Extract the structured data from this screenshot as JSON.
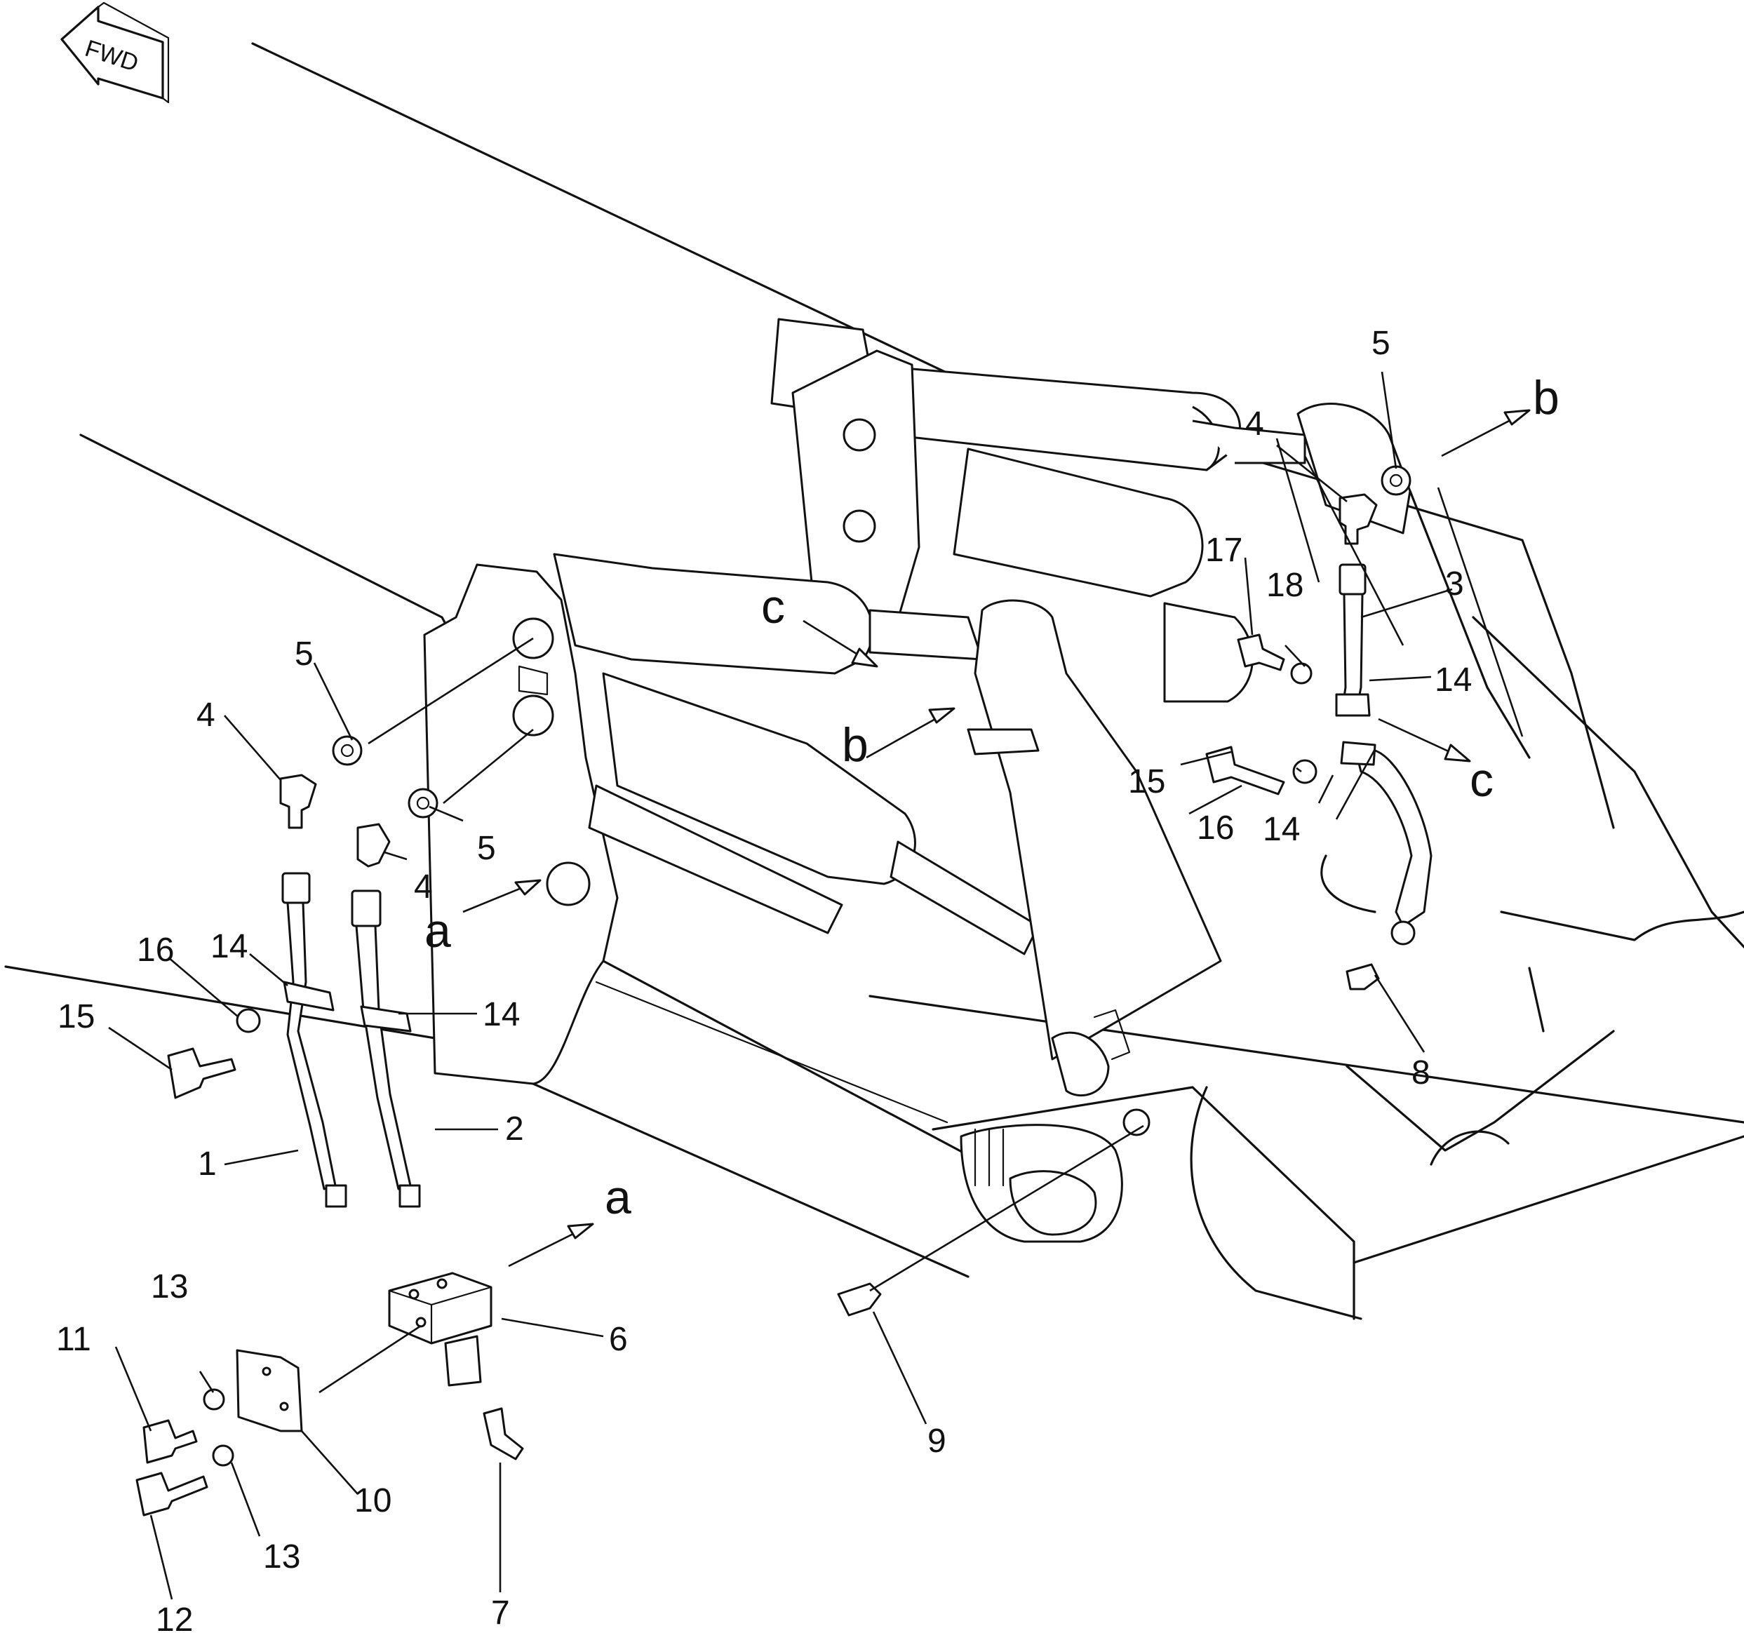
{
  "fwd_badge": {
    "label": "FWD"
  },
  "view_refs": {
    "a": "a",
    "b": "b",
    "c": "c"
  },
  "part_callouts": {
    "p1": "1",
    "p2": "2",
    "p3": "3",
    "p4a": "4",
    "p4b": "4",
    "p4c": "4",
    "p5a": "5",
    "p5b": "5",
    "p5c": "5",
    "p6": "6",
    "p7": "7",
    "p8": "8",
    "p9": "9",
    "p10": "10",
    "p11": "11",
    "p12": "12",
    "p13a": "13",
    "p13b": "13",
    "p14a": "14",
    "p14b": "14",
    "p14c": "14",
    "p14d": "14",
    "p15a": "15",
    "p15b": "15",
    "p16a": "16",
    "p16b": "16",
    "p17": "17",
    "p18": "18"
  }
}
